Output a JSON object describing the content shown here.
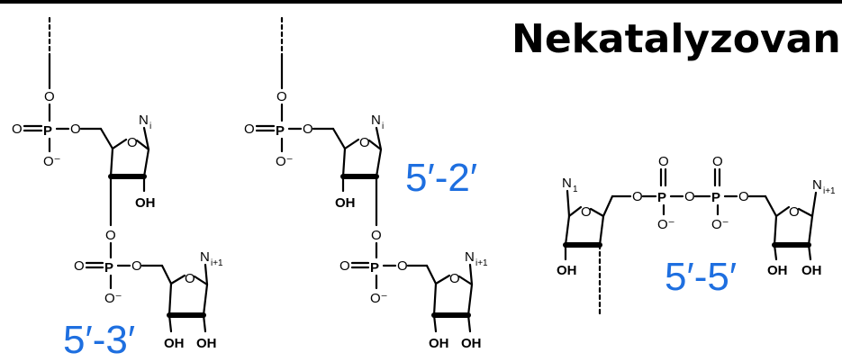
{
  "title": "Nekatalyzovaná",
  "colors": {
    "linkage_label": "#1e6fe0",
    "structure": "#000000"
  },
  "linkages": [
    {
      "label": "5′-3′"
    },
    {
      "label": "5′-2′"
    },
    {
      "label": "5′-5′"
    }
  ],
  "atoms": {
    "oxygen": "O",
    "phosphorus": "P",
    "o_minus": "O⁻",
    "hydroxyl": "OH",
    "base_n": "N",
    "sub_i": "i",
    "sub_i1": "i+1",
    "sub_1": "1"
  }
}
